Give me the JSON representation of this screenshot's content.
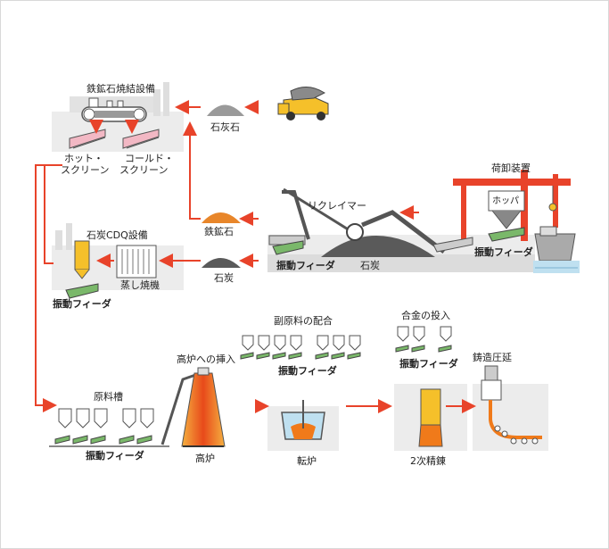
{
  "labels": {
    "sinter_plant": "鉄鉱石焼結設備",
    "limestone": "石灰石",
    "hot_screen_1": "ホット・",
    "hot_screen_2": "スクリーン",
    "cold_screen_1": "コールド・",
    "cold_screen_2": "スクリーン",
    "unloader": "荷卸装置",
    "hopper": "ホッパ",
    "reclaimer": "リクレイマー",
    "iron_ore": "鉄鉱石",
    "cdq_plant": "石炭CDQ設備",
    "coke_oven": "蒸し焼機",
    "coal_bottom": "石炭",
    "coal_yard": "石炭",
    "vf_yard": "振動フィーダ",
    "vf_unloader": "振動フィーダ",
    "vf_cdq": "振動フィーダ",
    "sub_material": "副原料の配合",
    "vf_sub": "振動フィーダ",
    "alloy_input": "合金の投入",
    "vf_alloy": "振動フィーダ",
    "bf_charge": "高炉への挿入",
    "raw_bin": "原料槽",
    "vf_raw": "振動フィーダ",
    "blast_furnace": "高炉",
    "converter": "転炉",
    "secondary_refining": "2次精錬",
    "continuous_casting": "鋳造圧延"
  },
  "colors": {
    "flow_arrow": "#e8432a",
    "plant_gray": "#e4e4e4",
    "crane_red": "#e8432a",
    "ore": "#e8862a",
    "coal": "#5a5a5a",
    "feeder_green": "#7ab86a",
    "molten": "#f07a1a",
    "water": "#bfe0f0"
  }
}
